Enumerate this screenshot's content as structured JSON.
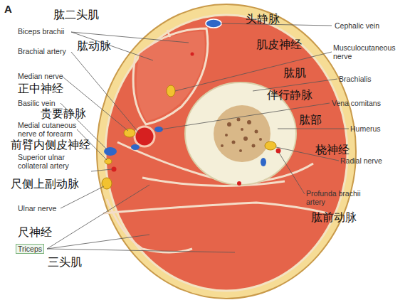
{
  "diagram": {
    "labels": [
      "A",
      "肱二头肌",
      "头静脉",
      "Biceps brachii",
      "Cephalic vein",
      "Brachial artery",
      "肱动脉",
      "肌皮神经",
      "Musculocutaneous nerve",
      "Median nerve",
      "肱肌",
      "Brachialis",
      "正中神经",
      "伴行静脉",
      "Vena comitans",
      "Basilic vein",
      "贵要静脉",
      "肱部",
      "Humerus",
      "Medial cutaneous nerve of forearm",
      "前臂内侧皮神经",
      "桡神经",
      "Superior ulnar collateral artery",
      "Radial nerve",
      "尺侧上副动脉",
      "Ulnar nerve",
      "Profunda brachii artery",
      "肱前动脉",
      "尺神经",
      "Triceps",
      "三头肌"
    ]
  }
}
